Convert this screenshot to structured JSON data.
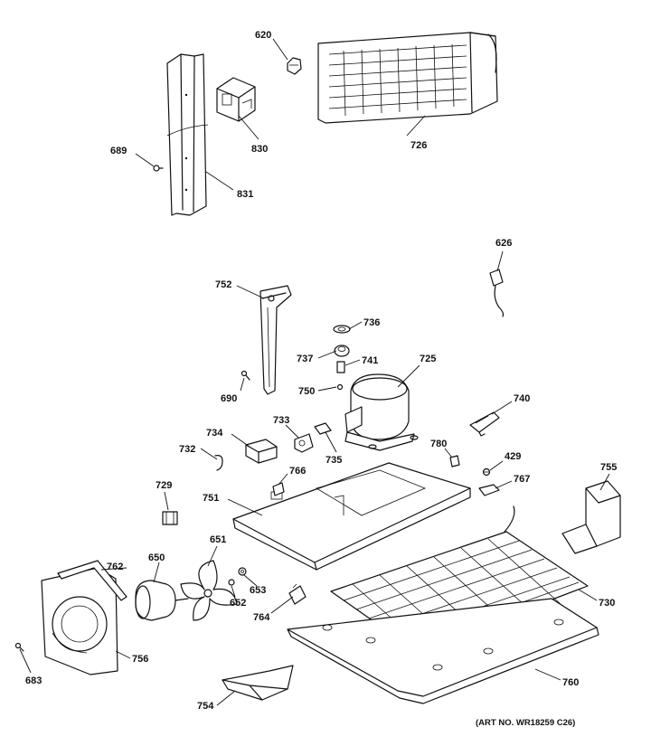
{
  "diagram": {
    "art_number": "(ART NO. WR18259 C26)",
    "labels": {
      "p620": "620",
      "p726": "726",
      "p830": "830",
      "p689": "689",
      "p831": "831",
      "p626": "626",
      "p752": "752",
      "p736": "736",
      "p737": "737",
      "p741": "741",
      "p725": "725",
      "p690": "690",
      "p750": "750",
      "p740": "740",
      "p733": "733",
      "p734": "734",
      "p732": "732",
      "p735": "735",
      "p780": "780",
      "p429": "429",
      "p767": "767",
      "p755": "755",
      "p766": "766",
      "p729": "729",
      "p751": "751",
      "p651": "651",
      "p762": "762",
      "p650": "650",
      "p652": "652",
      "p653": "653",
      "p764a": "764",
      "p730": "730",
      "p756": "756",
      "p683": "683",
      "p760": "760",
      "p754": "754"
    }
  }
}
